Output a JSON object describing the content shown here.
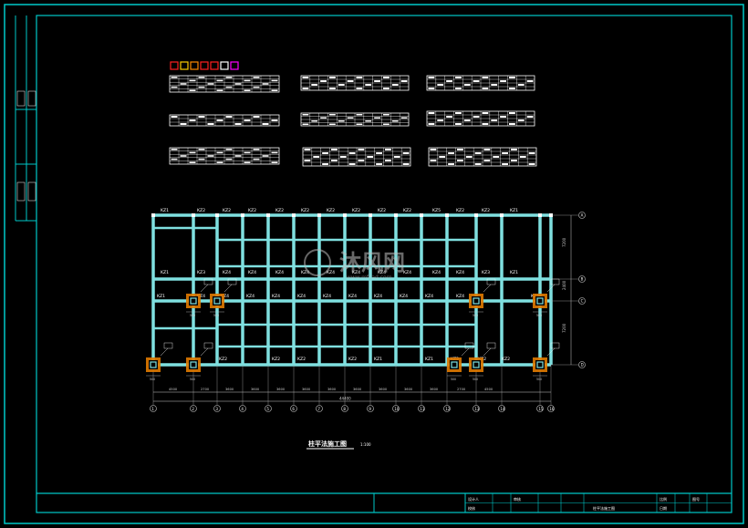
{
  "drawing": {
    "title": "柱平法施工图",
    "scale_note": "1:100",
    "total_length": "44400",
    "column_labels_row1": [
      "KZ1",
      "KZ2",
      "KZ2",
      "KZ2",
      "KZ2",
      "KZ2",
      "KZ2",
      "KZ2",
      "KZ2",
      "KZ2",
      "KZ5",
      "KZ2",
      "KZ2",
      "KZ1"
    ],
    "column_labels_row2": [
      "KZ1",
      "KZ3",
      "KZ4",
      "KZ4",
      "KZ4",
      "KZ4",
      "KZ4",
      "KZ4",
      "KZ4",
      "KZ4",
      "KZ4",
      "KZ4",
      "KZ3",
      "KZ1"
    ],
    "column_labels_row3": [
      "KZ1",
      "KZ4",
      "KZ4",
      "KZ4",
      "KZ4",
      "KZ4",
      "KZ4",
      "KZ4",
      "KZ4",
      "KZ4",
      "KZ4",
      "KZ4",
      "KZ1"
    ],
    "column_labels_row4": [
      "KZ2",
      "KZ2",
      "KZ2",
      "KZ2",
      "KZ1",
      "KZ1",
      "KZ2",
      "KZ2",
      "KZ2"
    ],
    "bay_dimensions": [
      "4500",
      "2700",
      "3600",
      "3600",
      "3600",
      "3600",
      "3600",
      "3600",
      "3600",
      "3600",
      "3600",
      "2700",
      "4500"
    ],
    "axis_numbers": [
      "1",
      "2",
      "3",
      "4",
      "5",
      "6",
      "7",
      "8",
      "9",
      "10",
      "11",
      "12",
      "13",
      "14",
      "15",
      "16"
    ],
    "row_axes": [
      "A",
      "B",
      "C",
      "D"
    ],
    "side_dims": [
      "7200",
      "2400",
      "7200"
    ],
    "section_size": "500"
  },
  "watermark": {
    "text": "沐风网",
    "sub": "www.mfcad.com"
  },
  "title_block": {
    "cells": [
      "设计人",
      "校核",
      "审核",
      "比例",
      "日期",
      "图号"
    ],
    "project": "柱平法施工图"
  },
  "colors": {
    "frame": "#00c8c8",
    "beam": "#7fe0e0",
    "column_fill": "#e07a00",
    "text": "#ffffff",
    "dim": "#cccccc"
  }
}
